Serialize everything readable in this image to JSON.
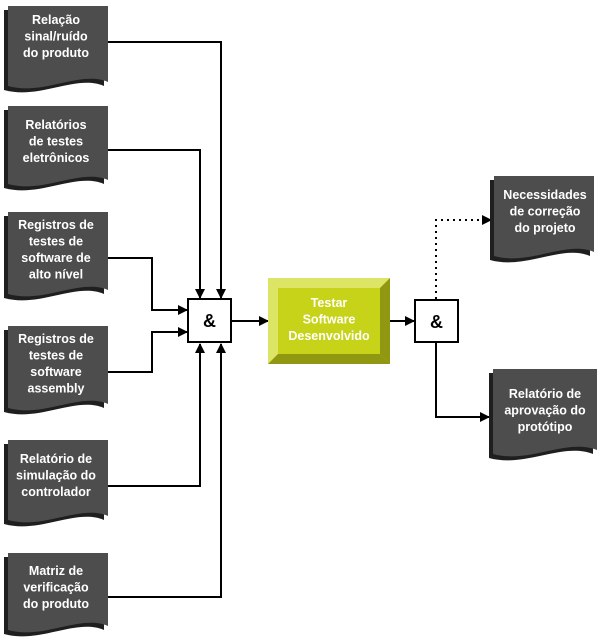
{
  "inputs": [
    {
      "lines": [
        "Relação",
        "sinal/ruído",
        "do produto"
      ]
    },
    {
      "lines": [
        "Relatórios",
        "de testes",
        "eletrônicos"
      ]
    },
    {
      "lines": [
        "Registros de",
        "testes de",
        "software de",
        "alto nível"
      ]
    },
    {
      "lines": [
        "Registros de",
        "testes de",
        "software",
        "assembly"
      ]
    },
    {
      "lines": [
        "Relatório de",
        "simulação do",
        "controlador"
      ]
    },
    {
      "lines": [
        "Matriz de",
        "verificação",
        "do produto"
      ]
    }
  ],
  "gate_in": {
    "label": "&"
  },
  "process": {
    "lines": [
      "Testar",
      "Software",
      "Desenvolvido"
    ]
  },
  "gate_out": {
    "label": "&"
  },
  "outputs": [
    {
      "lines": [
        "Necessidades",
        "de correção",
        "do projeto"
      ]
    },
    {
      "lines": [
        "Relatório de",
        "aprovação do",
        "protótipo"
      ]
    }
  ],
  "colors": {
    "document": "#4d4d4d",
    "document_shadow": "#1f1f1f",
    "process": "#c7d318",
    "process_light": "#dde566",
    "process_dark": "#8f9810",
    "lines": "#000000"
  }
}
